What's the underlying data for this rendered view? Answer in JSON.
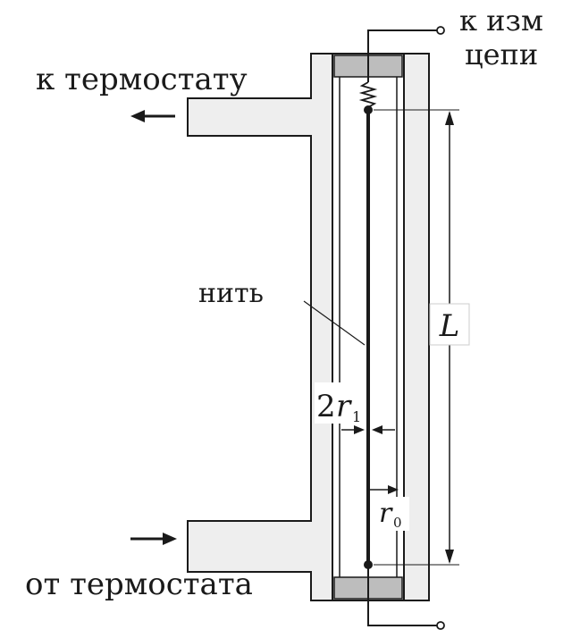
{
  "labels": {
    "to_meas_line1": "к изм",
    "to_meas_line2": "цепи",
    "to_thermostat": "к термостату",
    "from_thermostat": "от термостата",
    "filament": "нить",
    "length": "L",
    "two_r1_coef": "2",
    "two_r1_sym": "r",
    "two_r1_sub": "1",
    "r0_sym": "r",
    "r0_sub": "0"
  },
  "colors": {
    "jacket_fill": "#eeeeee",
    "plug_fill": "#bdbdbd",
    "stroke": "#1a1a1a",
    "background": "#ffffff"
  }
}
